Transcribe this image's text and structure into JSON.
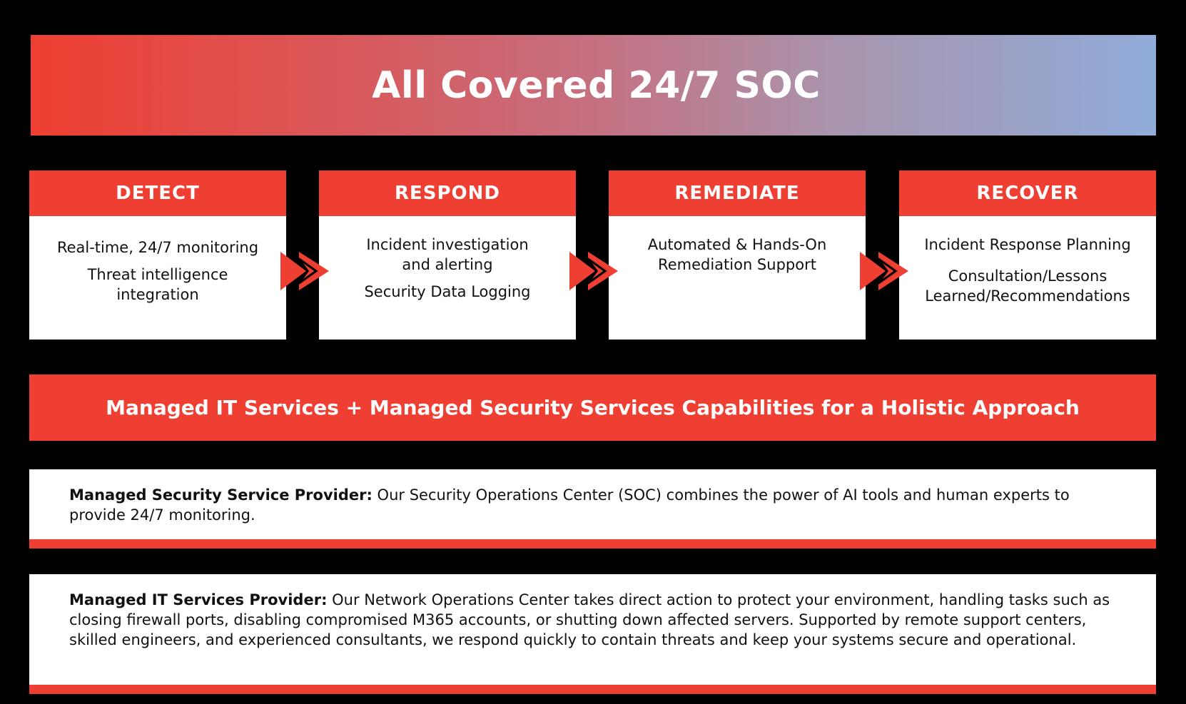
{
  "title": "All Covered 24/7 SOC",
  "colors": {
    "brand_red": "#ee3f32",
    "gradient_start": "#ee3f32",
    "gradient_end": "#91acda",
    "background": "#000000",
    "card_bg": "#ffffff",
    "text": "#111111"
  },
  "stages": [
    {
      "label": "DETECT",
      "items": [
        "Real-time, 24/7 monitoring",
        "Threat intelligence integration"
      ]
    },
    {
      "label": "RESPOND",
      "items": [
        "Incident investigation and alerting",
        "Security Data Logging"
      ]
    },
    {
      "label": "REMEDIATE",
      "items": [
        "Automated & Hands-On Remediation Support"
      ]
    },
    {
      "label": "RECOVER",
      "items": [
        "Incident Response Planning",
        "Consultation/Lessons Learned/Recommendations"
      ]
    }
  ],
  "arrows": [
    {
      "icon": "double-chevron-right-icon"
    },
    {
      "icon": "double-chevron-right-icon"
    },
    {
      "icon": "double-chevron-right-icon"
    }
  ],
  "holistic_banner": "Managed IT Services + Managed Security Services Capabilities for a Holistic Approach",
  "providers": [
    {
      "label": "Managed Security Service Provider:",
      "text": " Our Security Operations Center (SOC) combines the power of AI tools and human experts to provide 24/7 monitoring."
    },
    {
      "label": "Managed IT Services Provider:",
      "text": " Our Network Operations Center takes direct action to protect your environment, handling tasks such as closing firewall ports, disabling compromised M365 accounts, or shutting down affected servers. Supported by remote support centers, skilled engineers, and experienced consultants, we respond quickly to contain threats and keep your systems secure and operational."
    }
  ]
}
